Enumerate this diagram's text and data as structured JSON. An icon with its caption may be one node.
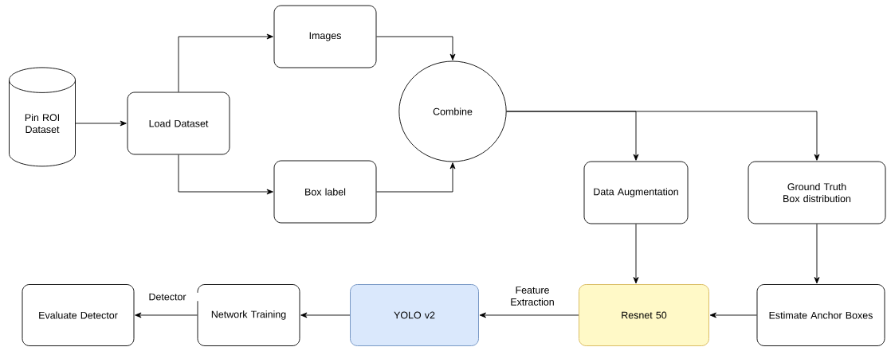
{
  "diagram": {
    "nodes": [
      {
        "text": [
          "Pin ROI Dataset"
        ]
      },
      {
        "text": [
          "Load Dataset"
        ]
      },
      {
        "text": [
          "Images"
        ]
      },
      {
        "text": [
          "Box label"
        ]
      },
      {
        "text": [
          "Combine"
        ]
      },
      {
        "text": [
          "Data Augmentation"
        ]
      },
      {
        "text": [
          "Ground Truth Box distribution"
        ]
      },
      {
        "text": [
          "Estimate Anchor Boxes"
        ]
      },
      {
        "text": [
          "Resnet 50"
        ]
      },
      {
        "text": [
          "YOLO v2"
        ]
      },
      {
        "text": [
          "Network Training"
        ]
      },
      {
        "text": [
          "Evaluate Detector"
        ]
      }
    ],
    "edges": [
      {
        "from": 0,
        "to": 1,
        "arrow": "to"
      },
      {
        "from": 1,
        "to": 2,
        "arrow": "to"
      },
      {
        "from": 1,
        "to": 3,
        "arrow": "to"
      },
      {
        "from": 2,
        "to": 4,
        "arrow": "to"
      },
      {
        "from": 3,
        "to": 4,
        "arrow": "to"
      },
      {
        "from": 4,
        "to": 5,
        "arrow": "to"
      },
      {
        "from": 4,
        "to": 6,
        "arrow": "to"
      },
      {
        "from": 5,
        "to": 8,
        "arrow": "to"
      },
      {
        "from": 6,
        "to": 7,
        "arrow": "to"
      },
      {
        "from": 7,
        "to": 8,
        "arrow": "to"
      },
      {
        "from": 8,
        "to": 9,
        "label": "Feature Extraction",
        "arrow": "to"
      },
      {
        "from": 9,
        "to": 10,
        "arrow": "to"
      },
      {
        "from": 10,
        "to": 11,
        "label": "Detector",
        "arrow": "to"
      }
    ]
  }
}
